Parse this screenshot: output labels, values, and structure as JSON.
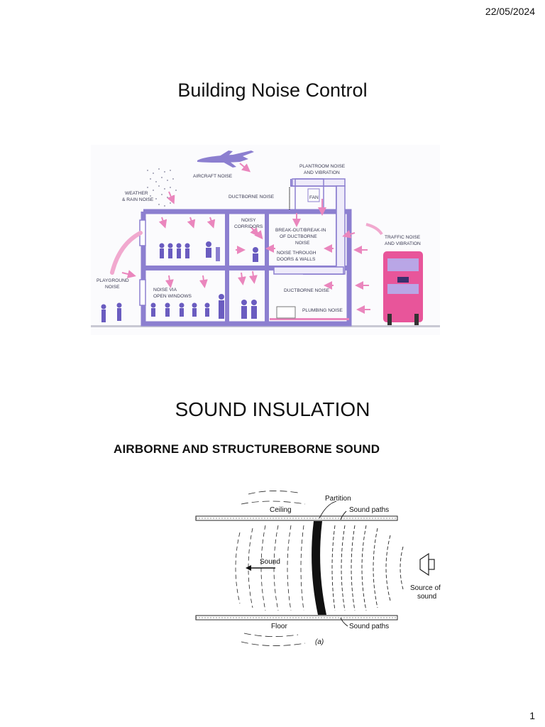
{
  "header": {
    "date": "22/05/2024"
  },
  "section1": {
    "title": "Building Noise Control",
    "figure_labels": {
      "aircraft": "AIRCRAFT NOISE",
      "plantroom_1": "PLANTROOM NOISE",
      "plantroom_2": "AND VIBRATION",
      "weather_1": "WEATHER",
      "weather_2": "& RAIN NOISE",
      "ductborne_top": "DUCTBORNE NOISE",
      "fan": "FAN",
      "noisy_1": "NOISY",
      "noisy_2": "CORRIDORS",
      "breakout_1": "BREAK-OUT/BREAK-IN",
      "breakout_2": "OF DUCTBORNE",
      "breakout_3": "NOISE",
      "doors_1": "NOISE THROUGH",
      "doors_2": "DOORS & WALLS",
      "traffic_1": "TRAFFIC NOISE",
      "traffic_2": "AND VIBRATION",
      "playground_1": "PLAYGROUND",
      "playground_2": "NOISE",
      "windows_1": "NOISE VIA",
      "windows_2": "OPEN WINDOWS",
      "ductborne_bottom": "DUCTBORNE NOISE",
      "plumbing": "PLUMBING NOISE"
    }
  },
  "section2": {
    "title": "SOUND INSULATION",
    "subtitle": "AIRBORNE AND STRUCTUREBORNE SOUND",
    "figure_labels": {
      "partition": "Partition",
      "ceiling": "Ceiling",
      "sound_paths_top": "Sound paths",
      "sound": "Sound",
      "source_1": "Source of",
      "source_2": "sound",
      "floor": "Floor",
      "sound_paths_bottom": "Sound paths",
      "caption": "(a)"
    }
  },
  "footer": {
    "page_number": "1"
  },
  "colors": {
    "building": "#8c7fd0",
    "arrow": "#ea86bd",
    "bus": "#e8559a",
    "people": "#6a5cc0"
  }
}
